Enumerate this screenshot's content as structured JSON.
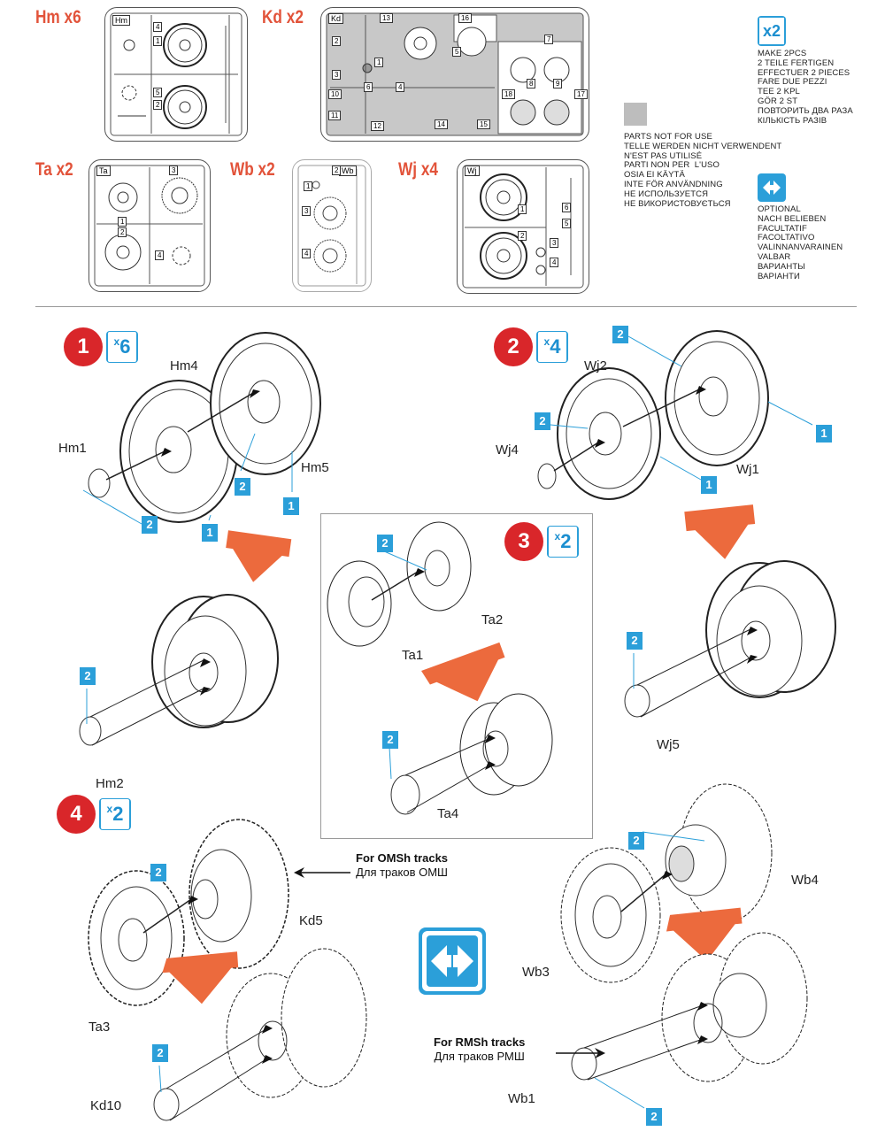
{
  "sprues": [
    {
      "id": "hm",
      "title": "Hm x6",
      "tag": "Hm",
      "numbers": [
        "1",
        "4",
        "2",
        "5"
      ]
    },
    {
      "id": "kd",
      "title": "Kd x2",
      "tag": "Kd",
      "numbers": [
        "13",
        "16",
        "2",
        "1",
        "3",
        "5",
        "7",
        "8",
        "9",
        "10",
        "11",
        "6",
        "4",
        "12",
        "14",
        "15",
        "17",
        "18"
      ]
    },
    {
      "id": "ta",
      "title": "Ta x2",
      "tag": "Ta",
      "numbers": [
        "1",
        "2",
        "3",
        "4"
      ]
    },
    {
      "id": "wb",
      "title": "Wb x2",
      "tag": "Wb",
      "numbers": [
        "2",
        "1",
        "3",
        "4"
      ]
    },
    {
      "id": "wj",
      "title": "Wj x4",
      "tag": "Wj",
      "numbers": [
        "1",
        "2",
        "3",
        "4",
        "5",
        "6"
      ]
    }
  ],
  "legend": {
    "make2_badge": "x2",
    "make2_text": "MAKE 2pcs\n2 TEILE FERTIGEN\nEFFECTUER 2 PIECES\nFARE DUE PEZZI\nTEE 2 KPL\nGÖR 2 ST\nПОВТОРИТЬ ДВА РАЗА\nКІЛЬКІСТЬ РАЗІВ",
    "notused_text": "PARTS NOT FOR USE\nTELLE WERDEN NICHT VERWENDENT\nN'EST PAS UTILISÉ\nPARTI NON PER  L'USO\nOSIA EI KÄYTÄ\nINTE FÖR ANVÄNDNING\nНЕ ИСПОЛЬЗУЕТСЯ\nНЕ ВИКОРИСТОВУЄТЬСЯ",
    "optional_text": "OPTIONAL\nNACH BELIEBEN\nFACULTATIF\nFACOLTATIVO\nVALINNANVARAINEN\nVALBAR\nВАРИАНТЫ\nВАРІАНТИ",
    "colors": {
      "accent": "#e2533a",
      "blue": "#2b9fd9",
      "red": "#d9262a",
      "grey": "#bdbdbd"
    }
  },
  "steps": [
    {
      "num": "1",
      "mult": "6",
      "parts": [
        "Hm4",
        "Hm1",
        "Hm5",
        "Hm2"
      ],
      "boxes": [
        "2",
        "2",
        "1",
        "1",
        "2"
      ]
    },
    {
      "num": "2",
      "mult": "4",
      "parts": [
        "Wj2",
        "Wj4",
        "Wj1",
        "Wj5"
      ],
      "boxes": [
        "2",
        "2",
        "1",
        "1",
        "2"
      ]
    },
    {
      "num": "3",
      "mult": "2",
      "parts": [
        "Ta2",
        "Ta1",
        "Ta4"
      ],
      "boxes": [
        "2",
        "2"
      ]
    },
    {
      "num": "4",
      "mult": "2",
      "parts": [
        "Kd5",
        "Ta3",
        "Kd10",
        "Wb4",
        "Wb3",
        "Wb1"
      ],
      "boxes": [
        "2",
        "2",
        "2",
        "2"
      ]
    }
  ],
  "notes": {
    "omsh_en": "For OMSh tracks",
    "omsh_ru": "Для траков ОМШ",
    "rmsh_en": "For RMSh tracks",
    "rmsh_ru": "Для траков РМШ"
  }
}
